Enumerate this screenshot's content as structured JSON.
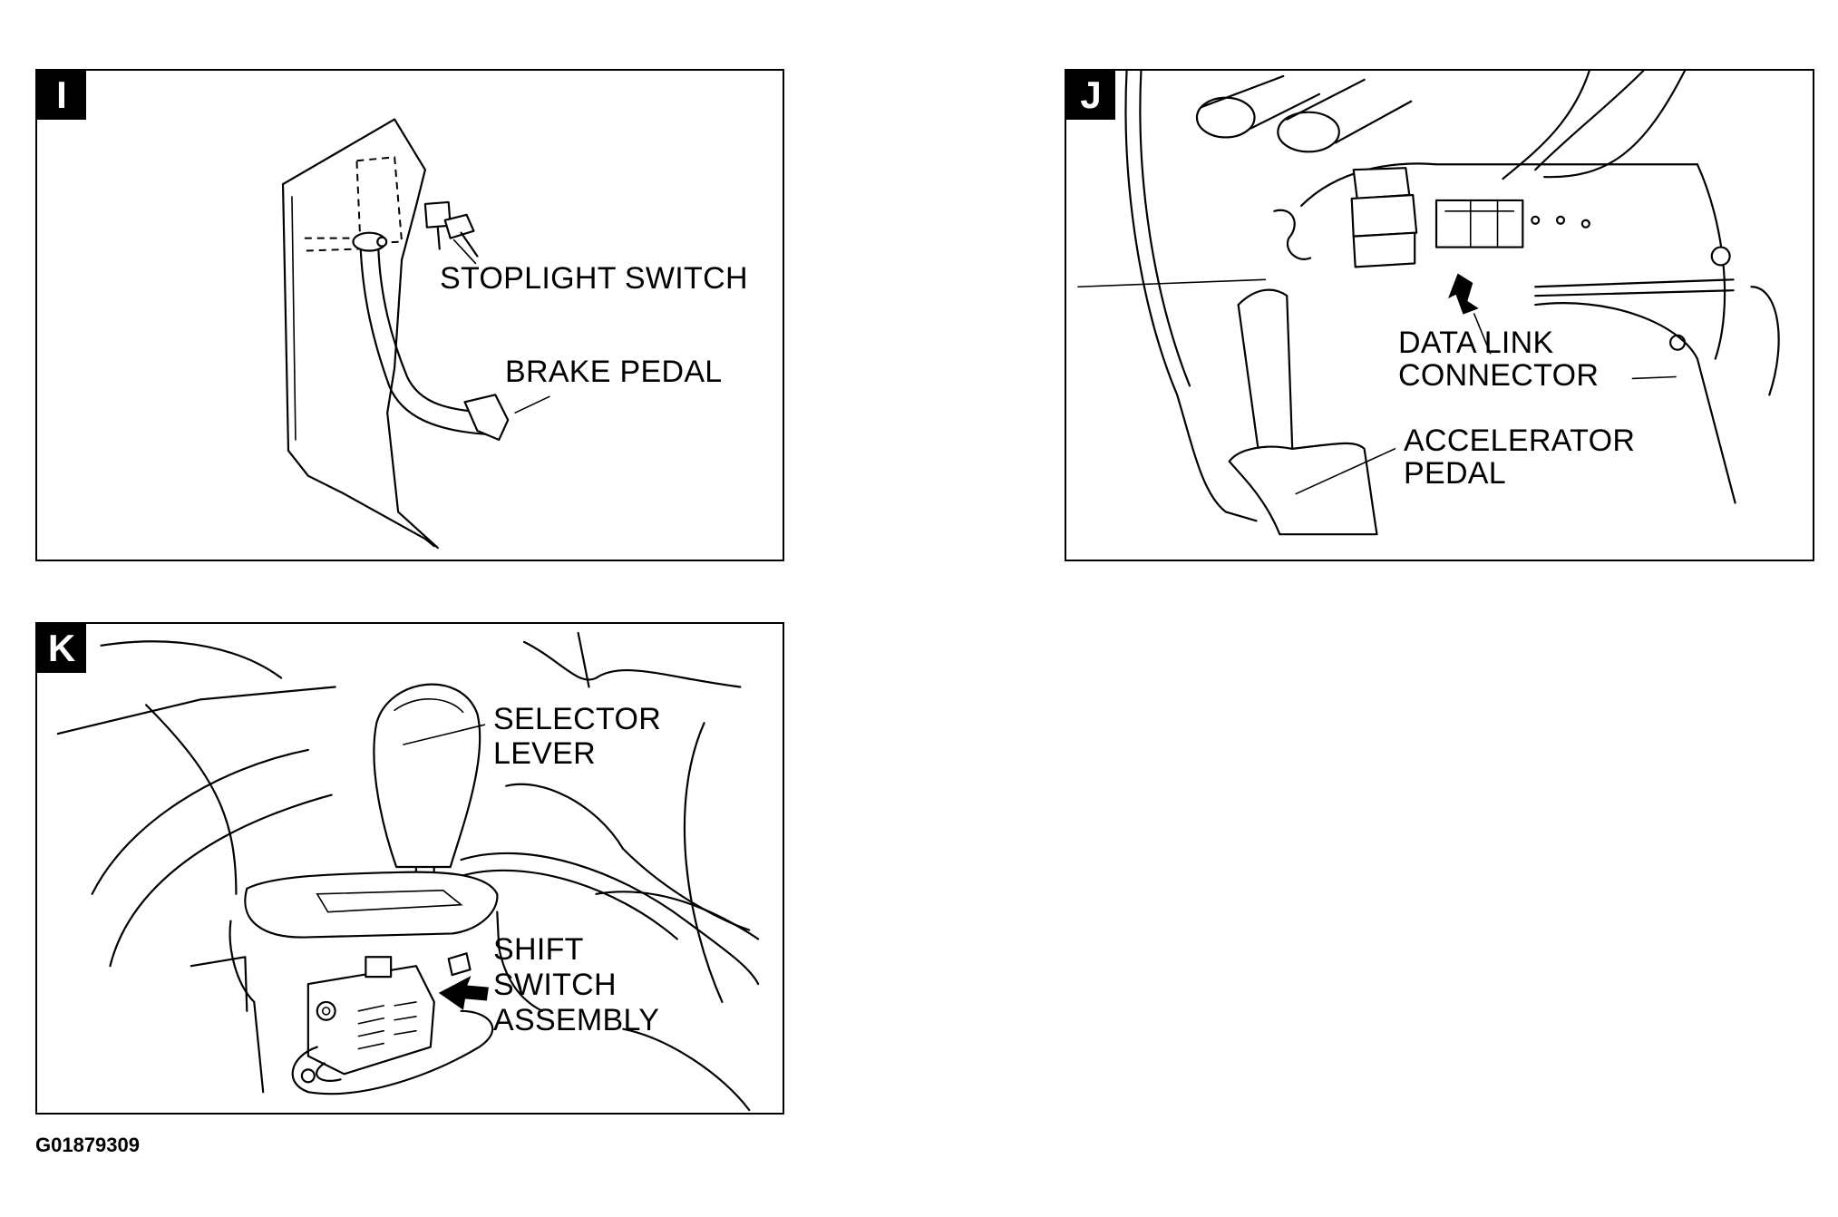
{
  "panels": {
    "i": {
      "badge": "I",
      "labels": {
        "stoplight_switch": "STOPLIGHT SWITCH",
        "brake_pedal": "BRAKE PEDAL"
      }
    },
    "j": {
      "badge": "J",
      "labels": {
        "data_link_line1": "DATA LINK",
        "data_link_line2": "CONNECTOR",
        "accelerator_line1": "ACCELERATOR",
        "accelerator_line2": "PEDAL"
      }
    },
    "k": {
      "badge": "K",
      "labels": {
        "selector_line1": "SELECTOR",
        "selector_line2": "LEVER",
        "shift_line1": "SHIFT",
        "shift_line2": "SWITCH",
        "shift_line3": "ASSEMBLY"
      }
    }
  },
  "figure_id": "G01879309"
}
